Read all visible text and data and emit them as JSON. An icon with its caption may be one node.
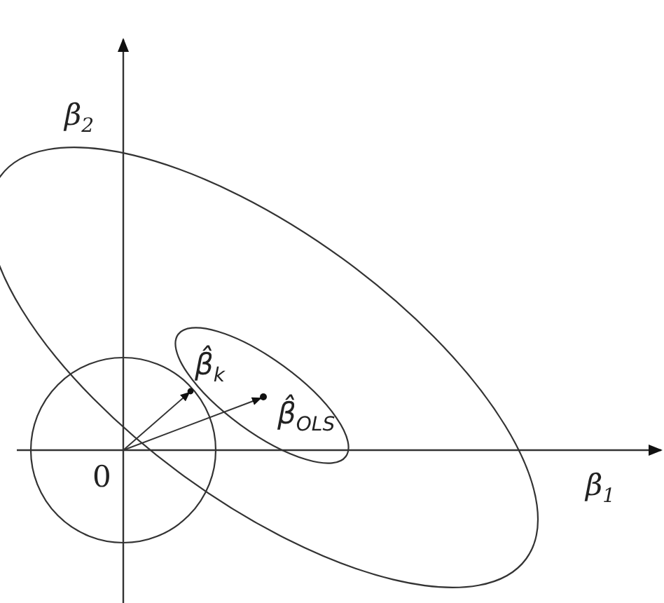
{
  "diagram": {
    "labels": [
      "β$_{2}$",
      "β̂$_{k}$",
      "β̂$_{OLS}$",
      "0",
      "β$_{1}$"
    ]
  }
}
